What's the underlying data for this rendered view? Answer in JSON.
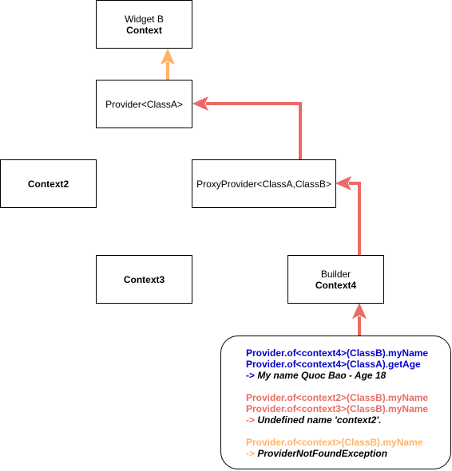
{
  "colors": {
    "arrow_red": "#ea6b66",
    "arrow_orange": "#ffb366",
    "text_blue": "#0000cc",
    "text_red": "#ea6b66",
    "text_orange": "#ffb366"
  },
  "nodes": {
    "widget_b": {
      "line1": "Widget B",
      "line2": "Context"
    },
    "provider": {
      "label": "Provider<ClassA>"
    },
    "context2": {
      "label": "Context2"
    },
    "proxy_provider": {
      "label": "ProxyProvider<ClassA,ClassB>"
    },
    "context3": {
      "label": "Context3"
    },
    "builder": {
      "line1": "Builder",
      "line2": "Context4"
    }
  },
  "note": {
    "group1": {
      "line1": "Provider.of<context4>(ClassB).myName",
      "line2": "Provider.of<context4>(ClassA).getAge",
      "arrow": "->",
      "result": "My name Quoc Bao - Age 18"
    },
    "group2": {
      "line1": "Provider.of<context2>(ClassB).myName",
      "line2": "Provider.of<context3>(ClassB).myName",
      "arrow": "->",
      "result": "Undefined name 'context2'."
    },
    "group3": {
      "line1": "Provider.of<context>(ClassB).myName",
      "arrow": "->",
      "result": "ProviderNotFoundException"
    }
  }
}
